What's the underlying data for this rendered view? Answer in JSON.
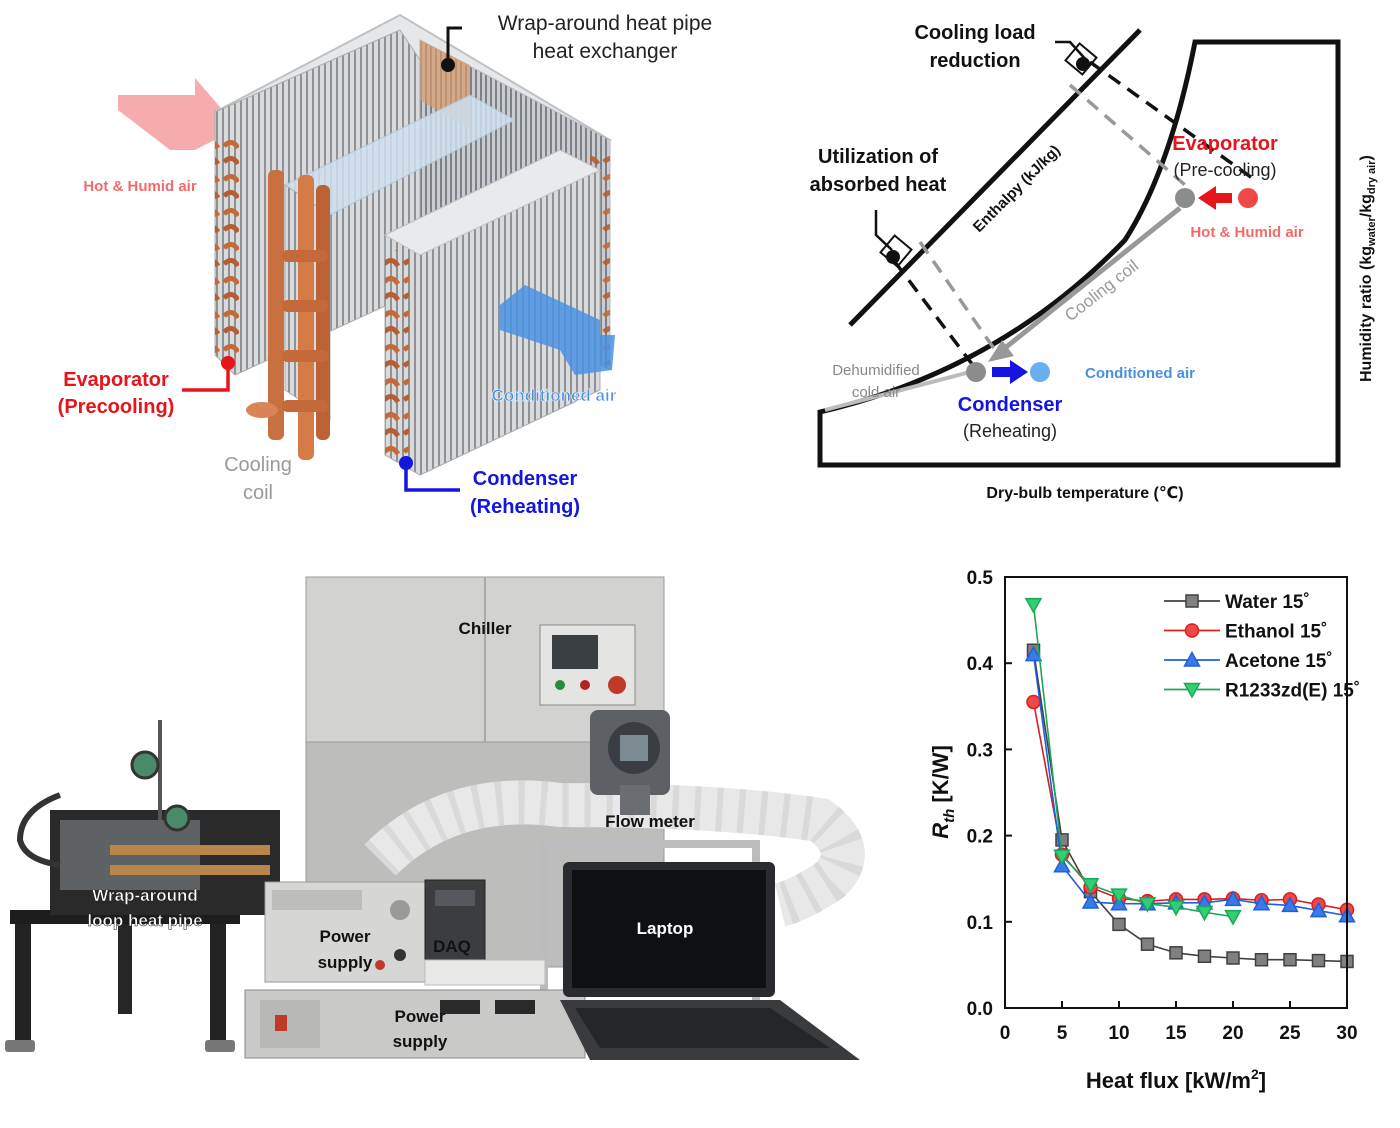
{
  "heat_exchanger_render": {
    "title_line1": "Wrap-around heat pipe",
    "title_line2": "heat exchanger",
    "hot_air": "Hot & Humid air",
    "evaporator_line1": "Evaporator",
    "evaporator_line2": "(Precooling)",
    "cooling_coil_line1": "Cooling",
    "cooling_coil_line2": "coil",
    "conditioned_air": "Conditioned air",
    "condenser_line1": "Condenser",
    "condenser_line2": "(Reheating)",
    "colors": {
      "hot": "#f26b6b",
      "evap": "#e8141b",
      "cond": "#1515e0",
      "cold": "#3c8ce6",
      "coil": "#c86a3c",
      "gray": "#999999"
    }
  },
  "psychrometric": {
    "cooling_load_line1": "Cooling load",
    "cooling_load_line2": "reduction",
    "utilization_line1": "Utilization of",
    "utilization_line2": "absorbed heat",
    "enthalpy": "Enthalpy (kJ/kg)",
    "evaporator": "Evaporator",
    "precooling": "(Pre-cooling)",
    "hot_air": "Hot & Humid air",
    "cooling_coil": "Cooling coil",
    "dehumidified_line1": "Dehumidified",
    "dehumidified_line2": "cold air",
    "condenser": "Condenser",
    "reheating": "(Reheating)",
    "conditioned_air": "Conditioned air",
    "xlabel": "Dry-bulb temperature (℃)",
    "ylabel": "Humidity ratio (kg",
    "ylabel_sub1": "water",
    "ylabel_mid": "/kg",
    "ylabel_sub2": "dry air",
    "ylabel_end": ")"
  },
  "setup_photo": {
    "chiller": "Chiller",
    "flow_meter": "Flow meter",
    "wrap_line1": "Wrap-around",
    "wrap_line2": "loop heat pipe",
    "power_supply_1_line1": "Power",
    "power_supply_1_line2": "supply",
    "daq": "DAQ",
    "laptop": "Laptop",
    "power_supply_2_line1": "Power",
    "power_supply_2_line2": "supply"
  },
  "chart_data": {
    "type": "line",
    "xlabel": "Heat flux [kW/m",
    "xlabel_sup": "2",
    "xlabel_end": "]",
    "ylabel": "R",
    "ylabel_sub": "th",
    "ylabel_unit": " [K/W]",
    "xlim": [
      0,
      30
    ],
    "ylim": [
      0.0,
      0.5
    ],
    "xticks": [
      "0",
      "5",
      "10",
      "15",
      "20",
      "25",
      "30"
    ],
    "yticks": [
      "0.0",
      "0.1",
      "0.2",
      "0.3",
      "0.4",
      "0.5"
    ],
    "legend_position": "top-right",
    "series": [
      {
        "name": "Water 15˚",
        "marker": "square",
        "color": "#404040",
        "fill": "#808080",
        "x": [
          2.5,
          5,
          7.5,
          10,
          12.5,
          15,
          17.5,
          20,
          22.5,
          25,
          27.5,
          30
        ],
        "y": [
          0.415,
          0.195,
          0.135,
          0.097,
          0.074,
          0.064,
          0.06,
          0.058,
          0.056,
          0.056,
          0.055,
          0.054
        ]
      },
      {
        "name": "Ethanol 15˚",
        "marker": "circle",
        "color": "#d81e1e",
        "fill": "#f04848",
        "x": [
          2.5,
          5,
          7.5,
          10,
          12.5,
          15,
          17.5,
          20,
          22.5,
          25,
          27.5,
          30
        ],
        "y": [
          0.355,
          0.178,
          0.14,
          0.127,
          0.124,
          0.126,
          0.126,
          0.127,
          0.125,
          0.126,
          0.12,
          0.114
        ]
      },
      {
        "name": "Acetone 15˚",
        "marker": "triangle-up",
        "color": "#1f5fd8",
        "fill": "#3a7ae8",
        "x": [
          2.5,
          5,
          7.5,
          10,
          12.5,
          15,
          17.5,
          20,
          22.5,
          25,
          27.5,
          30
        ],
        "y": [
          0.41,
          0.165,
          0.123,
          0.121,
          0.121,
          0.122,
          0.122,
          0.126,
          0.121,
          0.119,
          0.113,
          0.107
        ]
      },
      {
        "name": "R1233zd(E) 15˚",
        "marker": "triangle-down",
        "color": "#1aa85a",
        "fill": "#2fcf72",
        "x": [
          2.5,
          5,
          7.5,
          10,
          12.5,
          15,
          17.5,
          20
        ],
        "y": [
          0.468,
          0.176,
          0.143,
          0.131,
          0.121,
          0.117,
          0.111,
          0.106
        ]
      }
    ]
  }
}
